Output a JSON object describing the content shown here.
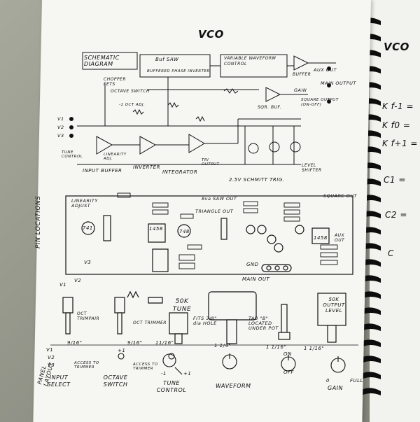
{
  "title": "VCO",
  "right_page": {
    "title": "VCO",
    "formulas": [
      "K f-1 =",
      "K f0 =",
      "K f+1 =",
      "C1 =",
      "C2 =",
      "C"
    ]
  },
  "schematic": {
    "label": "SCHEMATIC DIAGRAM",
    "blocks": {
      "buf_saw": "Buf SAW",
      "buf_saw_sub": "BUFFERED PHASE INVERTER",
      "variable": "VARIABLE WAVEFORM CONTROL",
      "buffer": "BUFFER",
      "aux_out": "AUX OUT",
      "main_output": "MAIN OUTPUT",
      "gain": "GAIN",
      "sqr_buf": "SQR. BUF.",
      "square_output": "SQUARE OUTPUT (ON-OFF)",
      "chopper": "CHOPPER FETS",
      "octave_switch": "OCTAVE SWITCH",
      "oct_adj": "-1 OCT ADJ.",
      "tune_control": "TUNE CONTROL",
      "linearity": "LINEARITY ADJ.",
      "input_buffer": "INPUT BUFFER",
      "inverter": "INVERTER",
      "integrator": "INTEGRATOR",
      "tri_output": "TRI OUTPUT",
      "schmitt": "2.5V SCHMITT TRIG.",
      "level_shifter": "LEVEL SHIFTER",
      "inputs": [
        "V1",
        "V2",
        "V3"
      ]
    }
  },
  "board": {
    "linearity_adjust": "LINEARITY ADJUST",
    "saw_out": "8va SAW OUT",
    "triangle_out": "TRIANGLE OUT",
    "square_out": "SQUARE OUT",
    "aux_out": "AUX OUT",
    "gnd": "GND",
    "main_out": "MAIN OUT",
    "ics": [
      "741",
      "1458",
      "748",
      "1458"
    ],
    "pin_locations": "PIN LOCATIONS",
    "v_labels": [
      "V1",
      "V2",
      "V3"
    ]
  },
  "controls": {
    "oct_trimpair": "OCT TRIMPAIR",
    "oct_trimmer": "OCT TRIMMER",
    "tune_knob": "50K TUNE",
    "output_level": "50K OUTPUT LEVEL",
    "fits_hole": "FITS 3/8\" dia HOLE",
    "tab_b": "TAB \"B\" LOCATED UNDER POT",
    "dim_labels": [
      "9/16\"",
      "9/16\"",
      "11/16\"",
      "1 1/4\"",
      "1 1/16\"",
      "1 1/16\""
    ]
  },
  "panel": {
    "label": "PANEL LAYOUT",
    "input_select": "INPUT SELECT",
    "octave_switch": "OCTAVE SWITCH",
    "tune_control": "TUNE CONTROL",
    "waveform": "WAVEFORM",
    "gain": "GAIN",
    "access_trimmer": "ACCESS TO TRIMMER",
    "on": "ON",
    "off": "OFF",
    "full": "FULL",
    "zero": "0",
    "plus1": "+1",
    "minus1": "-1",
    "v_labels": [
      "V1",
      "V2",
      "V3"
    ]
  }
}
